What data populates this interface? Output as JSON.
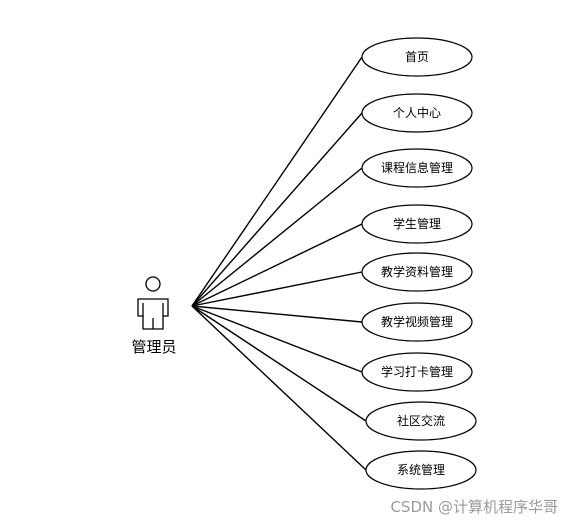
{
  "actor": {
    "label": "管理员",
    "icon": "person-icon"
  },
  "use_cases": [
    {
      "label": "首页"
    },
    {
      "label": "个人中心"
    },
    {
      "label": "课程信息管理"
    },
    {
      "label": "学生管理"
    },
    {
      "label": "教学资料管理"
    },
    {
      "label": "教学视频管理"
    },
    {
      "label": "学习打卡管理"
    },
    {
      "label": "社区交流"
    },
    {
      "label": "系统管理"
    }
  ],
  "watermark": "CSDN @计算机程序华哥"
}
